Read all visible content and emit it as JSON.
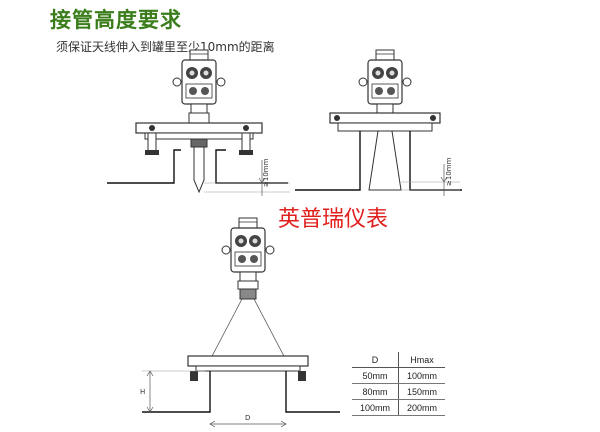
{
  "heading": {
    "title": "接管高度要求",
    "subtitle": "须保证天线伸入到罐里至少10mm的距离"
  },
  "watermark": "英普瑞仪表",
  "dimension_labels": {
    "gap_left": "≥10mm",
    "gap_right": "≥10mm",
    "height": "H",
    "diameter": "D"
  },
  "table": {
    "headers": [
      "D",
      "Hmax"
    ],
    "rows": [
      [
        "50mm",
        "100mm"
      ],
      [
        "80mm",
        "150mm"
      ],
      [
        "100mm",
        "200mm"
      ]
    ]
  },
  "colors": {
    "title": "#3b7d1b",
    "watermark": "#e0201c"
  }
}
